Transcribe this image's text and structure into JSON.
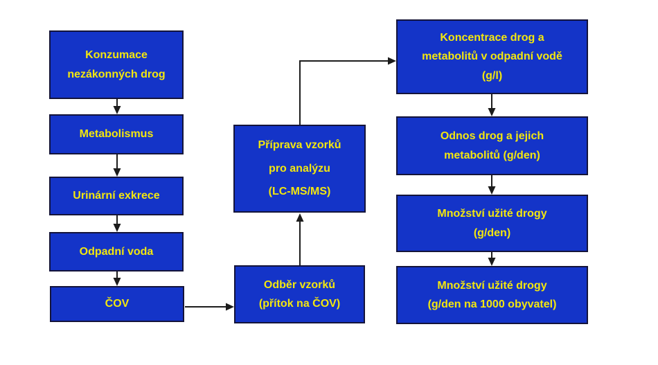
{
  "diagram": {
    "type": "flowchart",
    "language": "cs",
    "colors": {
      "box_fill": "#1434c8",
      "box_border": "#14143a",
      "label_text": "#f3e70e",
      "arrow": "#1c1c1c",
      "background": "#ffffff"
    },
    "boxes": {
      "left": [
        {
          "id": "konzumace",
          "label": "Konzumace\nnezákonných drog"
        },
        {
          "id": "metabolismus",
          "label": "Metabolismus"
        },
        {
          "id": "urinarni",
          "label": "Urinární exkrece"
        },
        {
          "id": "odpadni-voda",
          "label": "Odpadní voda"
        },
        {
          "id": "cov",
          "label": "ČOV"
        }
      ],
      "middle": [
        {
          "id": "priprava-vzorku",
          "label": "Příprava vzorků\npro analýzu\n(LC-MS/MS)"
        },
        {
          "id": "odber-vzorku",
          "label": "Odběr vzorků\n(přítok na ČOV)"
        }
      ],
      "right": [
        {
          "id": "koncentrace",
          "label": "Koncentrace drog a\nmetabolitů v odpadní vodě\n(g/l)"
        },
        {
          "id": "odnos",
          "label": "Odnos drog a jejich\nmetabolitů (g/den)"
        },
        {
          "id": "mnozstvi-gden",
          "label": "Množství užité drogy\n(g/den)"
        },
        {
          "id": "mnozstvi-obyvatel",
          "label": "Množství užité drogy\n(g/den na 1000 obyvatel)"
        }
      ]
    },
    "flow": [
      "Konzumace nezákonných drog → Metabolismus → Urinární exkrece → Odpadní voda → ČOV",
      "ČOV → Odběr vzorků (přítok na ČOV) → Příprava vzorků pro analýzu (LC-MS/MS)",
      "Příprava vzorků → Koncentrace drog a metabolitů v odpadní vodě (g/l) → Odnos drog a jejich metabolitů (g/den) → Množství užité drogy (g/den) → Množství užité drogy (g/den na 1000 obyvatel)"
    ]
  }
}
